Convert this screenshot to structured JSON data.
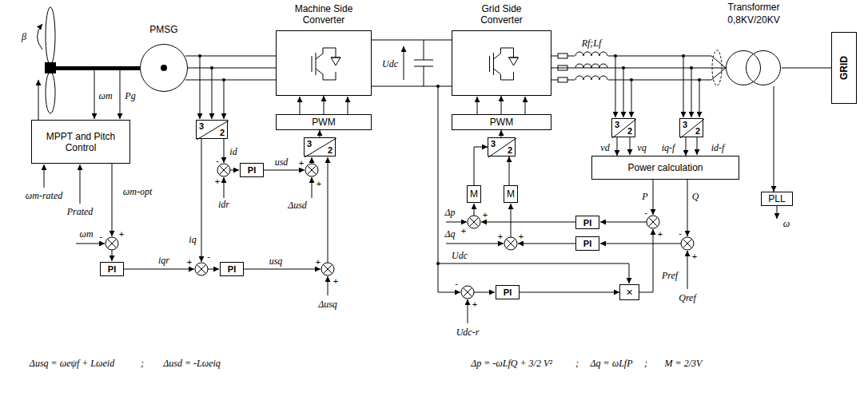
{
  "diagram": {
    "nodes": [
      {
        "text": [
          "PMSG"
        ]
      },
      {
        "text": [
          "Machine Side Converter"
        ]
      },
      {
        "text": [
          "Grid Side Converter"
        ]
      },
      {
        "text": [
          "Transformer",
          "0,8KV/20KV"
        ]
      },
      {
        "text": [
          "GRID"
        ]
      },
      {
        "text": [
          "MPPT and Pitch Control"
        ]
      },
      {
        "text": [
          "3",
          "2"
        ]
      },
      {
        "text": [
          "PWM"
        ]
      },
      {
        "text": [
          "3",
          "2"
        ]
      },
      {
        "text": [
          "PI"
        ]
      },
      {
        "text": [
          "PI"
        ]
      },
      {
        "text": [
          "PI"
        ]
      },
      {
        "text": [
          "PWM"
        ]
      },
      {
        "text": [
          "3",
          "2"
        ]
      },
      {
        "text": [
          "M"
        ]
      },
      {
        "text": [
          "M"
        ]
      },
      {
        "text": [
          "3",
          "2"
        ]
      },
      {
        "text": [
          "3",
          "2"
        ]
      },
      {
        "text": [
          "Power calculation"
        ]
      },
      {
        "text": [
          "PLL"
        ]
      },
      {
        "text": [
          "PI"
        ]
      },
      {
        "text": [
          "PI"
        ]
      },
      {
        "text": [
          "PI"
        ]
      },
      {
        "text": [
          "×"
        ]
      }
    ],
    "edges": [
      {
        "from": 0,
        "to": 1,
        "arrow": "none"
      },
      {
        "from": 1,
        "to": 2,
        "arrow": "none"
      },
      {
        "from": 2,
        "to": 3,
        "arrow": "none"
      },
      {
        "from": 3,
        "to": 4,
        "arrow": "none"
      },
      {
        "from": 7,
        "to": 1,
        "arrow": "to"
      },
      {
        "from": 8,
        "to": 7,
        "arrow": "to"
      },
      {
        "from": 12,
        "to": 2,
        "arrow": "to"
      },
      {
        "from": 13,
        "to": 12,
        "arrow": "to"
      },
      {
        "from": 14,
        "to": 13,
        "arrow": "to"
      },
      {
        "from": 15,
        "to": 13,
        "arrow": "to"
      },
      {
        "from": 16,
        "to": 18,
        "arrow": "to"
      },
      {
        "from": 17,
        "to": 18,
        "arrow": "to"
      },
      {
        "from": 3,
        "to": 19,
        "arrow": "to"
      },
      {
        "from": 22,
        "to": 23,
        "arrow": "to"
      }
    ],
    "labels": [
      "β",
      "ωm",
      "Pg",
      "ωm-rated",
      "Prated",
      "ωm-opt",
      "ωm",
      "-",
      "+",
      "iq",
      "-",
      "id",
      "-",
      "+",
      "idr",
      "usd",
      "+",
      "+",
      "Δusd",
      "iqr",
      "+",
      "usq",
      "+",
      "+",
      "Δusq",
      "Udc",
      "Rf;Lf",
      "vd",
      "vq",
      "iq-f",
      "id-f",
      "ω",
      "P",
      "-",
      "+",
      "Q",
      "-",
      "+",
      "Δp",
      "+",
      "+",
      "Δq",
      "+",
      "+",
      "Udc",
      "-",
      "+",
      "Udc-r",
      "Pref",
      "Qref",
      "Δusq = ωeψf + Lωeid",
      ";",
      "Δusd = -Lωeiq",
      "Δp = -ωLfQ + 3/2 V²",
      ";",
      "Δq = ωLfP",
      ";",
      "M = 2/3V"
    ]
  }
}
